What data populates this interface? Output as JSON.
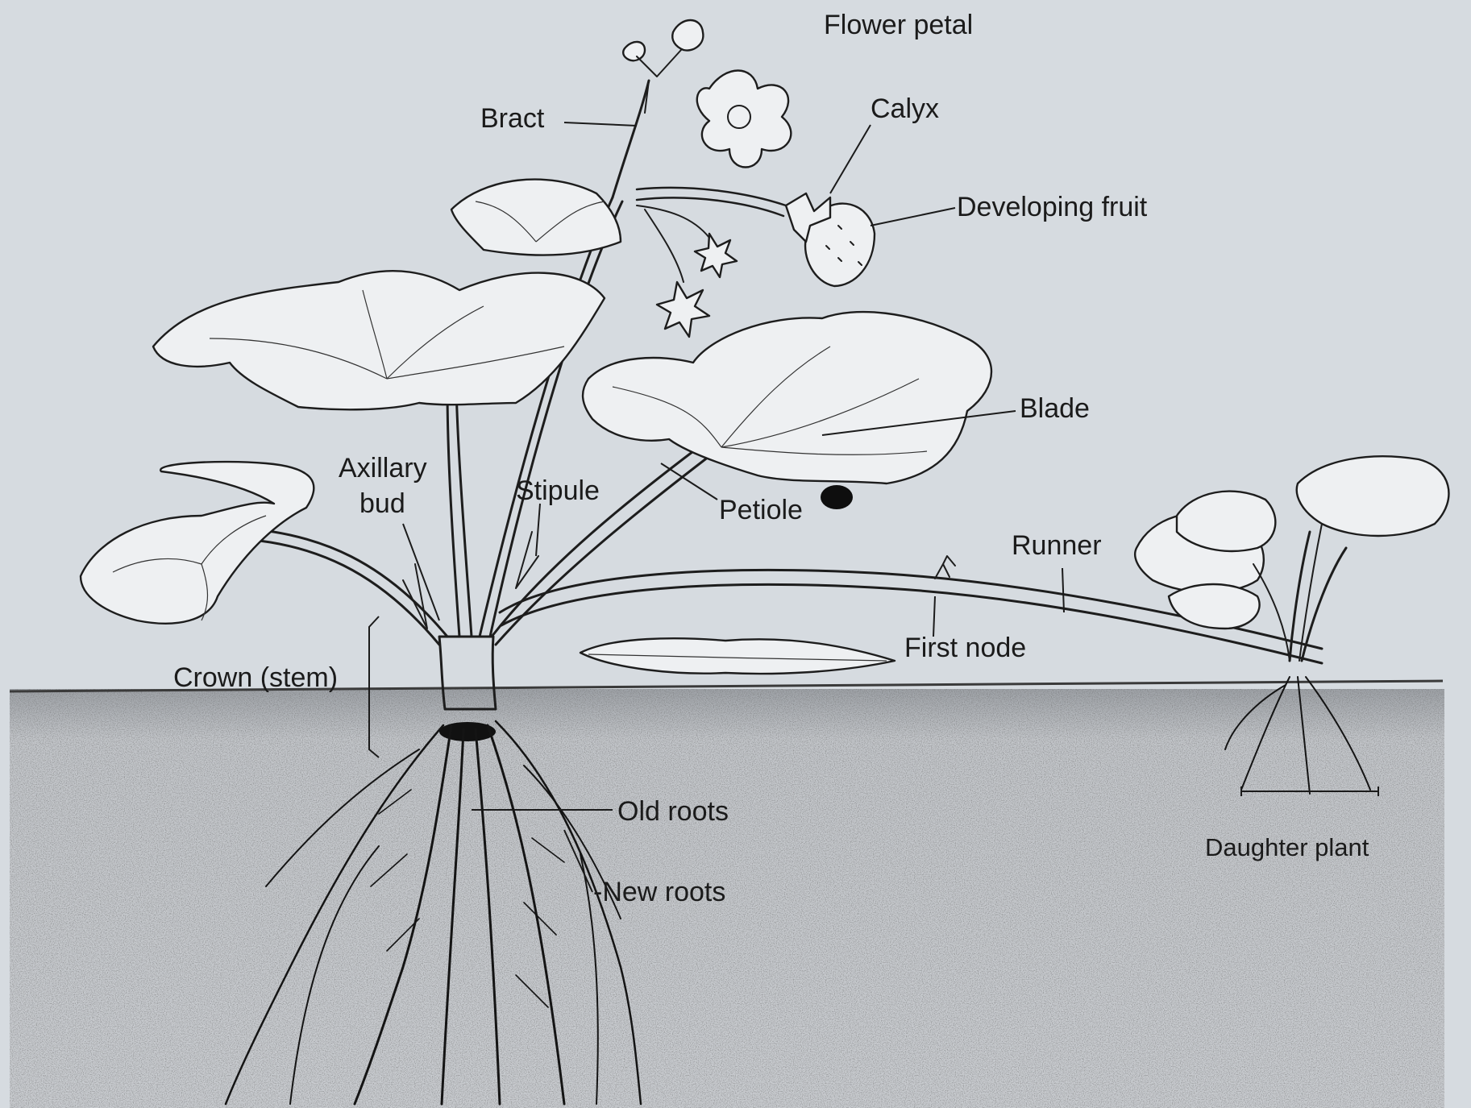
{
  "labels": {
    "flower_petal": "Flower petal",
    "bract": "Bract",
    "calyx": "Calyx",
    "developing_fruit": "Developing fruit",
    "blade": "Blade",
    "axillary_bud_line1": "Axillary",
    "axillary_bud_line2": "bud",
    "stipule": "Stipule",
    "petiole": "Petiole",
    "runner": "Runner",
    "first_node": "First node",
    "crown_stem": "Crown (stem)",
    "old_roots": "Old roots",
    "new_roots": "-New roots",
    "daughter_plant": "Daughter plant"
  },
  "colors": {
    "background": "#d6dbe0",
    "ink": "#1d1d1d",
    "soil": "#b9bcc0",
    "leaf_fill": "#eef0f2"
  }
}
